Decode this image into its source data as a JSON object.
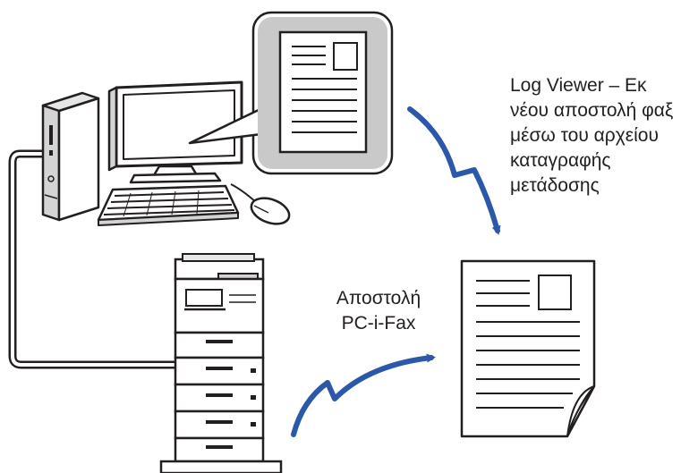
{
  "captions": {
    "log_viewer": [
      "Log Viewer – Εκ",
      "νέου αποστολή φαξ",
      "μέσω του αρχείου",
      "καταγραφής",
      "μετάδοσης"
    ],
    "pc_i_fax": [
      "Αποστολή",
      "PC-i-Fax"
    ]
  },
  "colors": {
    "arrow": "#2b58a8",
    "line": "#231f20",
    "panel": "#c9c9c9"
  }
}
